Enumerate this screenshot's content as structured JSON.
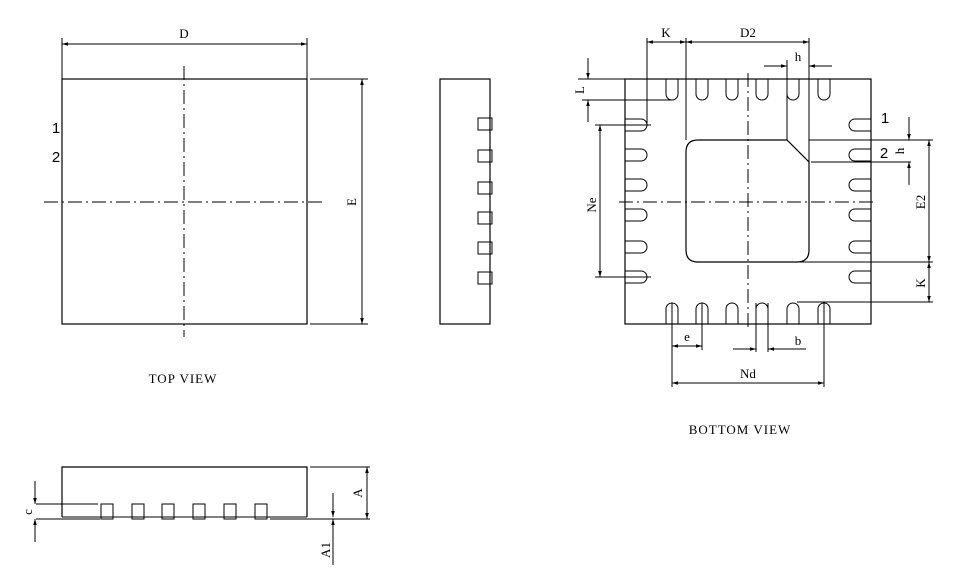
{
  "top_view": {
    "caption": "TOP VIEW",
    "dim_width": "D",
    "dim_length": "E",
    "pin1": "1",
    "pin2": "2"
  },
  "bottom_view": {
    "caption": "BOTTOM VIEW",
    "dim_k_top": "K",
    "dim_d2": "D2",
    "dim_h_top": "h",
    "dim_l": "L",
    "dim_ne": "Ne",
    "pin1": "1",
    "pin2": "2",
    "dim_h_side": "h",
    "dim_e2": "E2",
    "dim_k_side": "K",
    "dim_e": "e",
    "dim_b": "b",
    "dim_nd": "Nd"
  },
  "side_view": {
    "dim_c": "c",
    "dim_a": "A",
    "dim_a1": "A1"
  },
  "pins_per_side": 6
}
